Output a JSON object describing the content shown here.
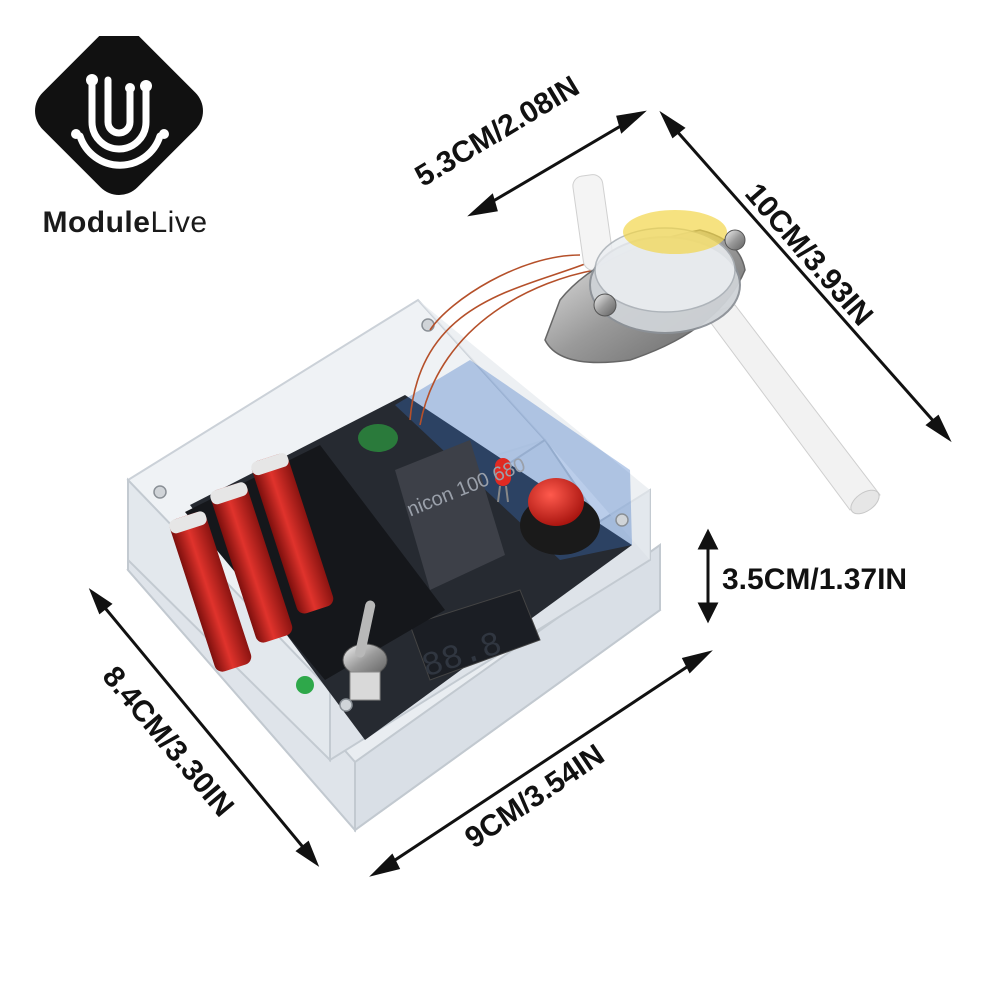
{
  "brand": {
    "name_bold": "Module",
    "name_light": "Live",
    "logo_icon": "circuit-u-logo-icon"
  },
  "dimensions": {
    "top_width": "5.3CM/2.08IN",
    "right_length": "10CM/3.93IN",
    "height": "3.5CM/1.37IN",
    "left_depth": "8.4CM/3.30IN",
    "bottom_width": "9CM/3.54IN"
  },
  "colors": {
    "battery_red": "#c7211f",
    "button_red": "#d21f1a",
    "pcb_dark": "#262a31",
    "acrylic": "#e6eaee",
    "logo_black": "#111111"
  }
}
